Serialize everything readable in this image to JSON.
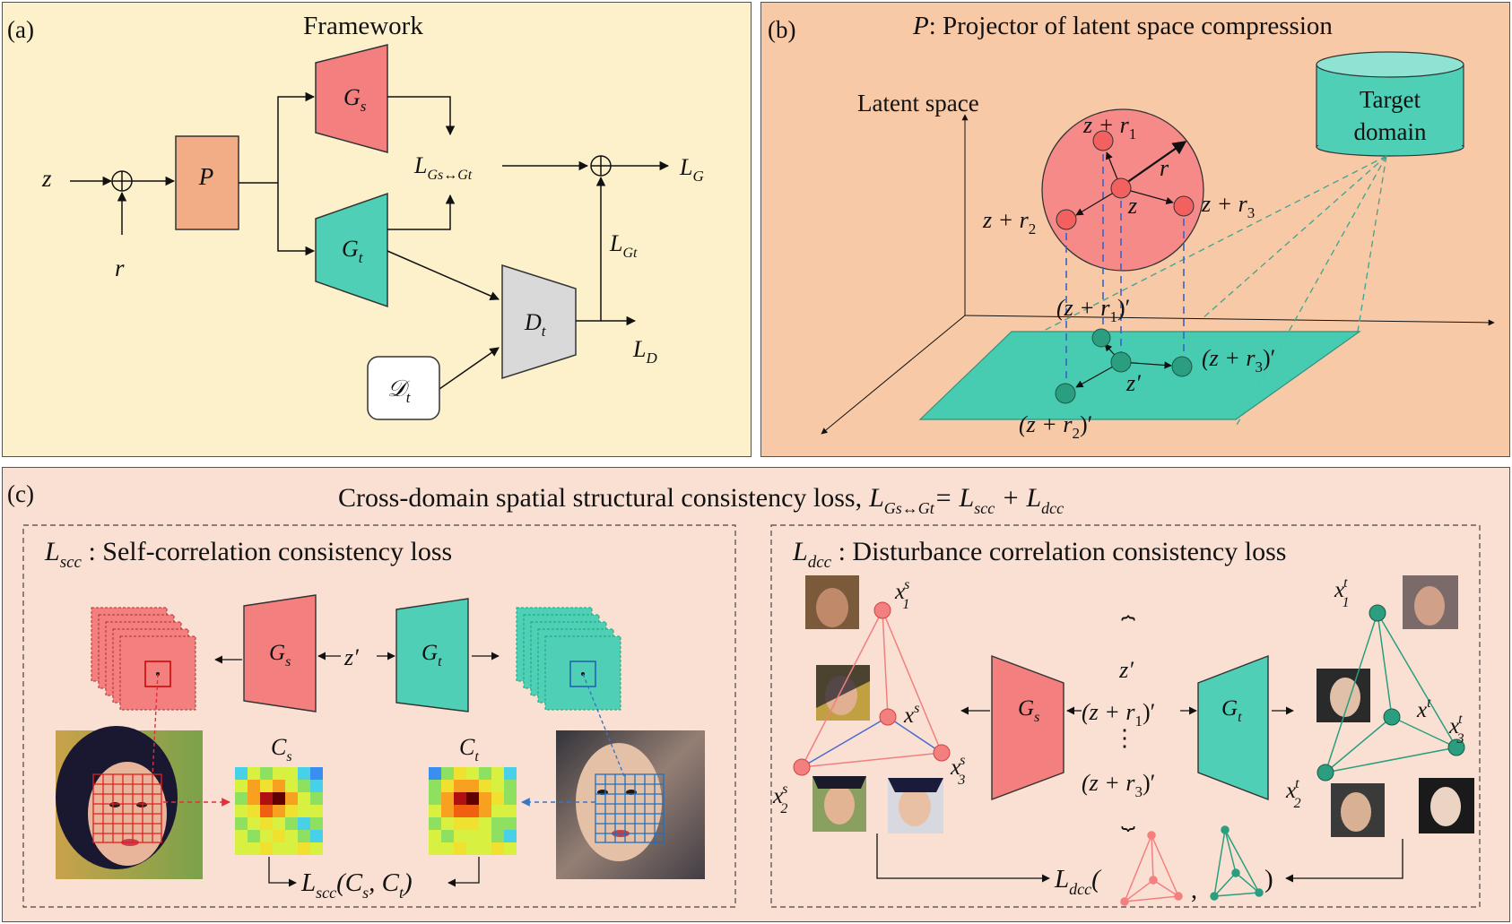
{
  "colors": {
    "panel_a_bg": "#fdf1cc",
    "panel_b_bg": "#f7c9a6",
    "panel_c_bg": "#f9e0d2",
    "source_generator": "#f47f7f",
    "target_generator": "#4fcfb5",
    "discriminator": "#d9d9d9",
    "projector": "#f2ad86",
    "latent_sphere": "#f58a88",
    "target_plane": "#3fcdb2"
  },
  "panel_a": {
    "tag": "(a)",
    "title": "Framework",
    "z": "z",
    "r": "r",
    "P": "P",
    "Gs": "G",
    "Gs_sub": "s",
    "Gt": "G",
    "Gt_sub": "t",
    "Dt": "D",
    "Dt_sub": "t",
    "data": "𝒟",
    "data_sub": "t",
    "loss_cross": "L",
    "loss_cross_sub": "Gs↔Gt",
    "loss_G": "L",
    "loss_G_sub": "G",
    "loss_Gt": "L",
    "loss_Gt_sub": "Gt",
    "loss_D": "L",
    "loss_D_sub": "D"
  },
  "panel_b": {
    "tag": "(b)",
    "title_italic": "P",
    "title_rest": ": Projector of latent space compression",
    "latent_space": "Latent space",
    "target_domain_line1": "Target",
    "target_domain_line2": "domain",
    "z": "z",
    "z_r1": "z + r",
    "z_r2": "z + r",
    "z_r3": "z + r",
    "r": "r",
    "zp": "z′",
    "zp_r1": "(z + r",
    "zp_r2": "(z + r",
    "zp_r3": "(z + r",
    "sub1": "1",
    "sub2": "2",
    "sub3": "3",
    "close": ")′"
  },
  "panel_c": {
    "tag": "(c)",
    "title": "Cross-domain spatial structural consistency loss,",
    "title_formula": "L",
    "title_formula_sub": "Gs↔Gt",
    "title_formula_rest": "= L",
    "title_scc_sub": "scc",
    "title_plus": " + L",
    "title_dcc_sub": "dcc",
    "scc_label": "L",
    "scc_label_sub": "scc",
    "scc_desc": " : Self-correlation consistency loss",
    "dcc_label": "L",
    "dcc_label_sub": "dcc",
    "dcc_desc": " : Disturbance correlation consistency loss",
    "Cs": "C",
    "Cs_sub": "s",
    "Ct": "C",
    "Ct_sub": "t",
    "zp": "z′",
    "scc_formula": "L",
    "scc_formula_sub": "scc",
    "scc_formula_args": "(C",
    "scc_formula_s": "s",
    "scc_formula_comma": ", C",
    "scc_formula_t": "t",
    "scc_formula_close": ")",
    "x1s": "x",
    "x2s": "x",
    "x3s": "x",
    "xs": "x",
    "x1t": "x",
    "x2t": "x",
    "x3t": "x",
    "xt": "x",
    "s": "s",
    "t": "t",
    "zr1": "(z + r",
    "zr3": "(z + r",
    "dcc_formula": "L",
    "dcc_formula_sub": "dcc",
    "dcc_open": "(",
    "dcc_comma": ",",
    "dcc_close": ")"
  }
}
